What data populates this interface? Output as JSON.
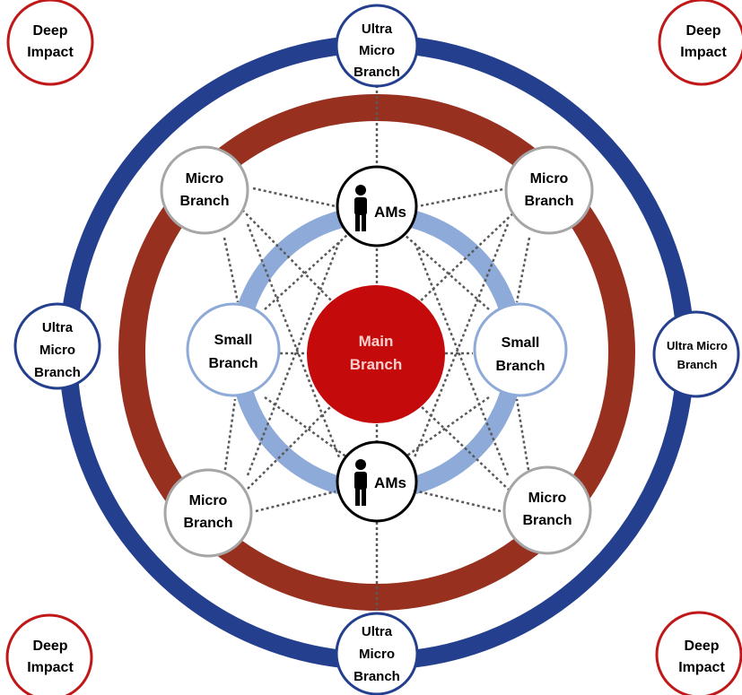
{
  "colors": {
    "ring_outer": "#233f8e",
    "ring_middle": "#983020",
    "ring_inner": "#8eaad8",
    "main": "#c40a0a",
    "deep_border": "#c01818",
    "ultra_border": "#233f8e",
    "micro_border": "#a6a6a6",
    "small_border": "#8eaad8",
    "am_border": "#000000",
    "connector": "#595959",
    "text": "#000000",
    "main_text": "#ffd0d0"
  },
  "main_branch": {
    "line1": "Main",
    "line2": "Branch"
  },
  "ams": [
    {
      "label": "AMs",
      "icon": "person-icon"
    },
    {
      "label": "AMs",
      "icon": "person-icon"
    }
  ],
  "small_branches": [
    {
      "line1": "Small",
      "line2": "Branch"
    },
    {
      "line1": "Small",
      "line2": "Branch"
    }
  ],
  "micro_branches": [
    {
      "line1": "Micro",
      "line2": "Branch"
    },
    {
      "line1": "Micro",
      "line2": "Branch"
    },
    {
      "line1": "Micro",
      "line2": "Branch"
    },
    {
      "line1": "Micro",
      "line2": "Branch"
    }
  ],
  "ultra_micro_branches": [
    {
      "line1": "Ultra",
      "line2": "Micro",
      "line3": "Branch"
    },
    {
      "line1": "Ultra",
      "line2": "Micro",
      "line3": "Branch"
    },
    {
      "line1": "Ultra",
      "line2": "Micro",
      "line3": "Branch"
    },
    {
      "line1": "Ultra Micro",
      "line2": "Branch"
    }
  ],
  "deep_impact": [
    {
      "line1": "Deep",
      "line2": "Impact"
    },
    {
      "line1": "Deep",
      "line2": "Impact"
    },
    {
      "line1": "Deep",
      "line2": "Impact"
    },
    {
      "line1": "Deep",
      "line2": "Impact"
    }
  ]
}
